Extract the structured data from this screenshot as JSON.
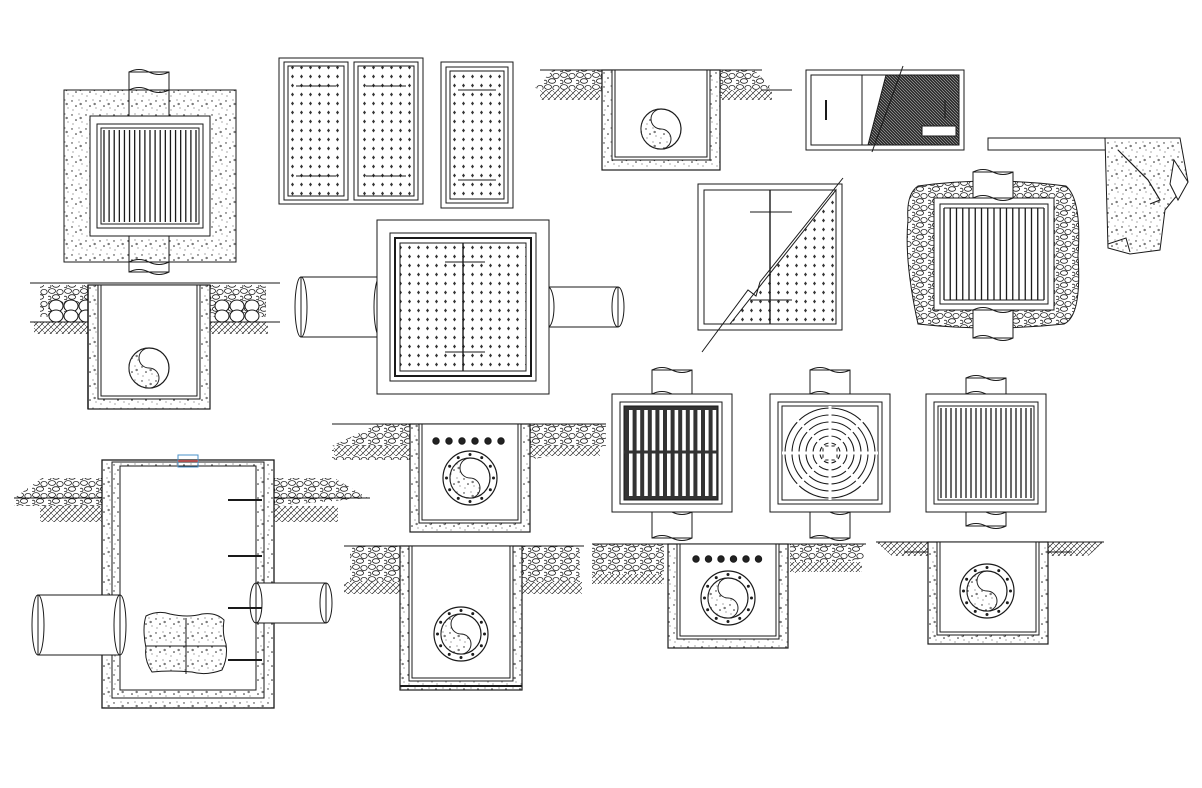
{
  "drawing": {
    "background": "#ffffff",
    "line_color": "#1a1a1a",
    "accent_colors": [
      "#e06060",
      "#4a90c8"
    ],
    "details": [
      {
        "id": "grate-plan-concrete",
        "view": "plan"
      },
      {
        "id": "cover-double-leaf",
        "view": "plan"
      },
      {
        "id": "cover-single-leaf",
        "view": "plan"
      },
      {
        "id": "pit-section-top-right-small",
        "view": "section"
      },
      {
        "id": "cover-hinged-split",
        "view": "plan"
      },
      {
        "id": "edge-detail",
        "view": "detail"
      },
      {
        "id": "pit-section-left",
        "view": "section"
      },
      {
        "id": "cover-with-pipes",
        "view": "plan"
      },
      {
        "id": "cover-diagonal-break",
        "view": "plan"
      },
      {
        "id": "grate-plan-gravel",
        "view": "plan"
      },
      {
        "id": "manhole-section-large",
        "view": "section"
      },
      {
        "id": "pit-section-bolted",
        "view": "section"
      },
      {
        "id": "grate-plan-dark",
        "view": "plan"
      },
      {
        "id": "grate-plan-circular",
        "view": "plan"
      },
      {
        "id": "grate-plan-light",
        "view": "plan"
      },
      {
        "id": "pit-section-center",
        "view": "section"
      },
      {
        "id": "pit-section-bolted-right",
        "view": "section"
      },
      {
        "id": "pit-section-far-right",
        "view": "section"
      }
    ]
  }
}
